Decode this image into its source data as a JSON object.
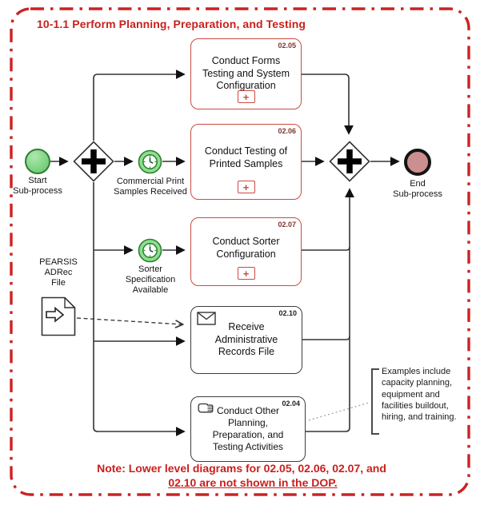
{
  "title": "10-1.1 Perform Planning, Preparation, and Testing",
  "colors": {
    "frame_red": "#cc2222",
    "task_red_border": "#cd4a42",
    "start_green": "#66c96e",
    "timer_green": "#8ce08c",
    "end_pink": "#cc8f8f"
  },
  "start_event": {
    "label": "Start\nSub-process"
  },
  "end_event": {
    "label": "End\nSub-process"
  },
  "timers": [
    {
      "label": "Commercial Print\nSamples Received"
    },
    {
      "label": "Sorter\nSpecification\nAvailable"
    }
  ],
  "data_object": {
    "label": "PEARSIS\nADRec\nFile"
  },
  "tasks": [
    {
      "id": "02.05",
      "label": "Conduct Forms\nTesting and System\nConfiguration",
      "marker": "+",
      "border": "red"
    },
    {
      "id": "02.06",
      "label": "Conduct Testing of\nPrinted Samples",
      "marker": "+",
      "border": "red"
    },
    {
      "id": "02.07",
      "label": "Conduct Sorter\nConfiguration",
      "marker": "+",
      "border": "red"
    },
    {
      "id": "02.10",
      "label": "Receive\nAdministrative\nRecords File",
      "icon": "envelope",
      "border": "black"
    },
    {
      "id": "02.04",
      "label": "Conduct Other\nPlanning,\nPreparation, and\nTesting Activities",
      "icon": "hand",
      "border": "black"
    }
  ],
  "annotation": {
    "label": "Examples include\ncapacity planning,\nequipment and\nfacilities buildout,\nhiring, and training."
  },
  "note": {
    "line1": "Note: Lower level diagrams for 02.05, 02.06, 02.07, and",
    "line2": "02.10 are not shown in the DOP."
  }
}
